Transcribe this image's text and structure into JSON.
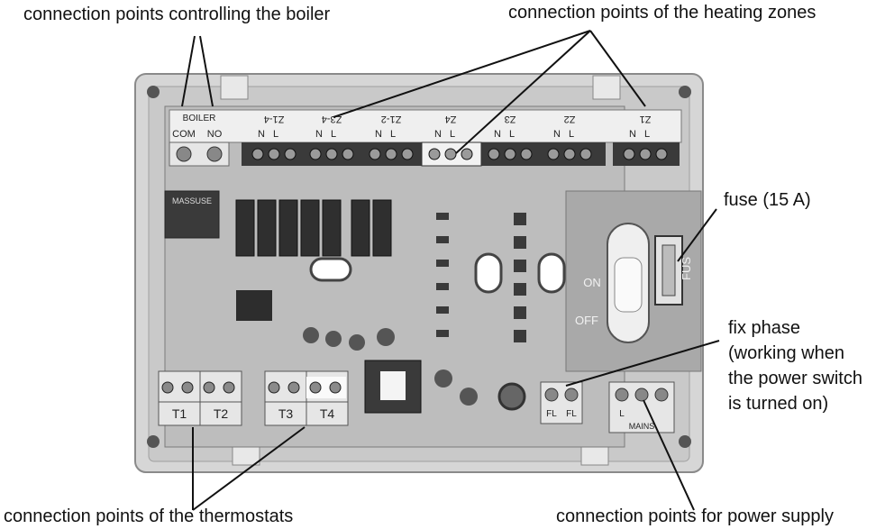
{
  "callouts": {
    "boiler": "connection points controlling the boiler",
    "heating_zones": "connection points of the heating zones",
    "fuse": "fuse (15 A)",
    "fix_phase": [
      "fix phase",
      "(working when",
      "the power switch",
      "is turned on)"
    ],
    "thermostats": "connection points of the thermostats",
    "power_supply": "connection points for power supply"
  },
  "board_labels": {
    "boiler_title": "BOILER",
    "boiler_terminals": [
      "NO",
      "COM"
    ],
    "zones": [
      "Z1-4",
      "Z3-4",
      "Z1-2",
      "Z4",
      "Z3",
      "Z2",
      "Z1"
    ],
    "zone_terminal_letters": [
      "N",
      "L"
    ],
    "relay_brand": "MASSUSE",
    "thermostats": [
      "T1",
      "T2",
      "T3",
      "T4"
    ],
    "switch_on": "ON",
    "switch_off": "OFF",
    "fuse_label": "FUS",
    "fix_phase_terminals": [
      "FL",
      "FL"
    ],
    "mains_letter": "L",
    "mains_label": "MAINS"
  },
  "colors": {
    "callout_text": "#111111",
    "leader_line": "#111111",
    "enclosure": "#d9d9d9",
    "pcb": "#cfcfcf",
    "terminal_block": "#3a3a3a",
    "relay": "#2b2b2b"
  }
}
